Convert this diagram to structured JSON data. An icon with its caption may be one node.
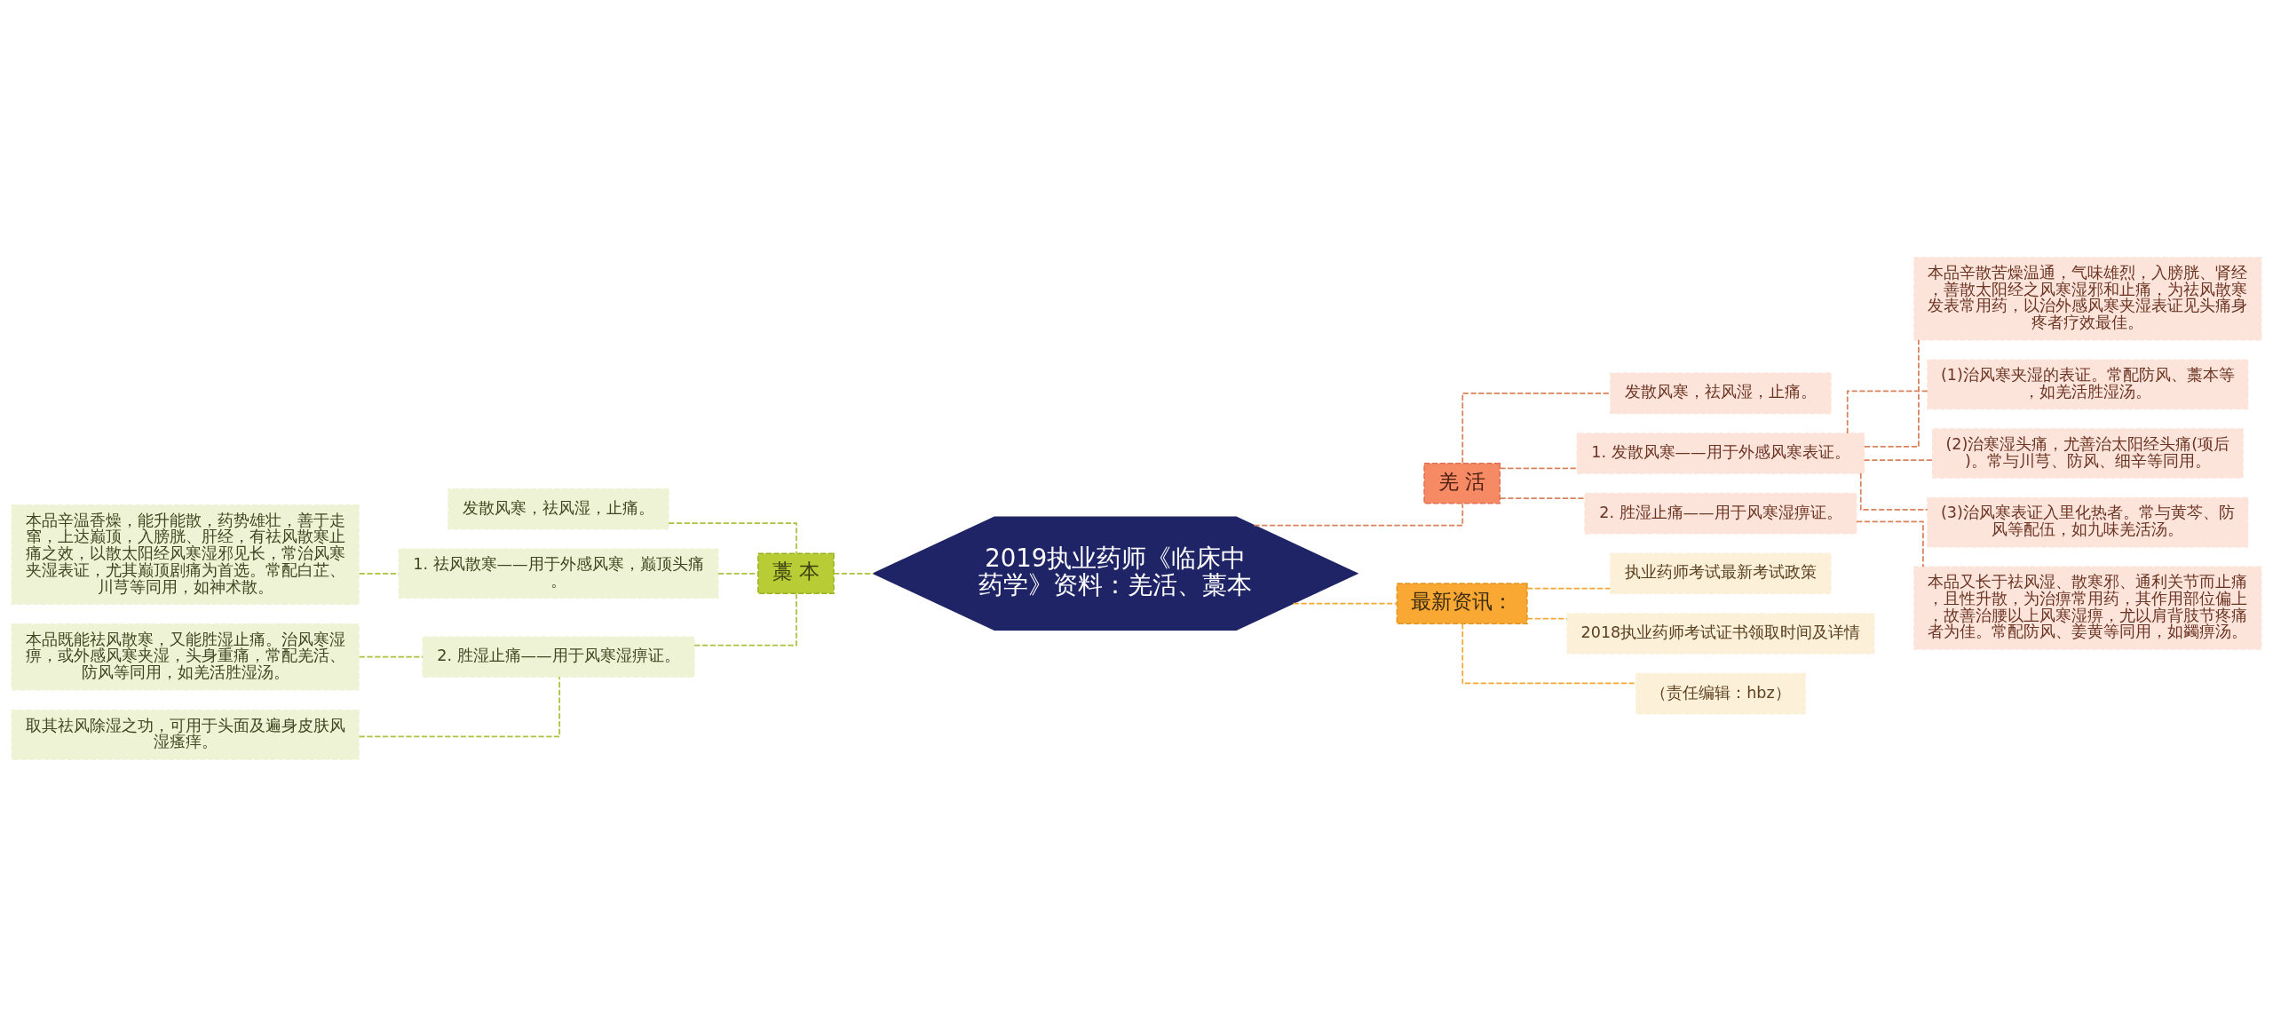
{
  "diagram": {
    "nodes": [
      {
        "text": [
          "2019执业药师《临床中药学》资料：羌活、藁本"
        ]
      },
      {
        "text": [
          "羌 活"
        ]
      },
      {
        "text": [
          "发散风寒，祛风湿，止痛。"
        ]
      },
      {
        "text": [
          "1. 发散风寒——用于外感风寒表证。"
        ]
      },
      {
        "text": [
          "本品辛散苦燥温通，气味雄烈，入膀胱、肾经，善散太阳经之风寒湿邪和止痛，为祛风散寒发表常用药，以治外感风寒夹湿表证见头痛身疼者疗效最佳。"
        ]
      },
      {
        "text": [
          "(1)治风寒夹湿的表证。常配防风、藁本等，如羌活胜湿汤。"
        ]
      },
      {
        "text": [
          "(2)治寒湿头痛，尤善治太阳经头痛(项后)。常与川芎、防风、细辛等同用。"
        ]
      },
      {
        "text": [
          "(3)治风寒表证入里化热者。常与黄芩、防风等配伍，如九味羌活汤。"
        ]
      },
      {
        "text": [
          "2. 胜湿止痛——用于风寒湿痹证。"
        ]
      },
      {
        "text": [
          "本品又长于祛风湿、散寒邪、通利关节而止痛，且性升散，为治痹常用药，其作用部位偏上，故善治腰以上风寒湿痹，尤以肩背肢节疼痛者为佳。常配防风、姜黄等同用，如蠲痹汤。"
        ]
      },
      {
        "text": [
          "最新资讯："
        ]
      },
      {
        "text": [
          "执业药师考试最新考试政策"
        ]
      },
      {
        "text": [
          "2018执业药师考试证书领取时间及详情"
        ]
      },
      {
        "text": [
          "（责任编辑：hbz）"
        ]
      },
      {
        "text": [
          "藁 本"
        ]
      },
      {
        "text": [
          "发散风寒，祛风湿，止痛。"
        ]
      },
      {
        "text": [
          "1. 祛风散寒——用于外感风寒，巅顶头痛。"
        ]
      },
      {
        "text": [
          "本品辛温香燥，能升能散，药势雄壮，善于走窜，上达巅顶，入膀胱、肝经，有祛风散寒止痛之效，以散太阳经风寒湿邪见长，常治风寒夹湿表证，尤其巅顶剧痛为首选。常配白芷、川芎等同用，如神术散。"
        ]
      },
      {
        "text": [
          "2. 胜湿止痛——用于风寒湿痹证。"
        ]
      },
      {
        "text": [
          "本品既能祛风散寒，又能胜湿止痛。治风寒湿痹，或外感风寒夹湿，头身重痛，常配羌活、防风等同用，如羌活胜湿汤。"
        ]
      },
      {
        "text": [
          "取其祛风除湿之功，可用于头面及遍身皮肤风湿瘙痒。"
        ]
      }
    ],
    "edges": [
      {
        "from": 0,
        "to": 1,
        "arrow": "none",
        "style": "dashed"
      },
      {
        "from": 1,
        "to": 2,
        "arrow": "none",
        "style": "dashed"
      },
      {
        "from": 1,
        "to": 3,
        "arrow": "none",
        "style": "dashed"
      },
      {
        "from": 3,
        "to": 4,
        "arrow": "none",
        "style": "dashed"
      },
      {
        "from": 3,
        "to": 5,
        "arrow": "none",
        "style": "dashed"
      },
      {
        "from": 3,
        "to": 6,
        "arrow": "none",
        "style": "dashed"
      },
      {
        "from": 3,
        "to": 7,
        "arrow": "none",
        "style": "dashed"
      },
      {
        "from": 1,
        "to": 8,
        "arrow": "none",
        "style": "dashed"
      },
      {
        "from": 8,
        "to": 9,
        "arrow": "none",
        "style": "dashed"
      },
      {
        "from": 0,
        "to": 10,
        "arrow": "none",
        "style": "dashed",
        "color": "#f5a733"
      },
      {
        "from": 10,
        "to": 11,
        "arrow": "none",
        "style": "dashed",
        "color": "#f5a733"
      },
      {
        "from": 10,
        "to": 12,
        "arrow": "none",
        "style": "dashed",
        "color": "#f5a733"
      },
      {
        "from": 10,
        "to": 13,
        "arrow": "none",
        "style": "dashed",
        "color": "#f5a733"
      },
      {
        "from": 0,
        "to": 14,
        "arrow": "none",
        "style": "dashed",
        "color": "#a9c23f"
      },
      {
        "from": 14,
        "to": 15,
        "arrow": "none",
        "style": "dashed",
        "color": "#a9c23f"
      },
      {
        "from": 14,
        "to": 16,
        "arrow": "none",
        "style": "dashed",
        "color": "#a9c23f"
      },
      {
        "from": 16,
        "to": 17,
        "arrow": "none",
        "style": "dashed",
        "color": "#a9c23f"
      },
      {
        "from": 14,
        "to": 18,
        "arrow": "none",
        "style": "dashed",
        "color": "#a9c23f"
      },
      {
        "from": 18,
        "to": 19,
        "arrow": "none",
        "style": "dashed",
        "color": "#a9c23f"
      },
      {
        "from": 18,
        "to": 20,
        "arrow": "none",
        "style": "dashed",
        "color": "#a9c23f"
      }
    ]
  }
}
